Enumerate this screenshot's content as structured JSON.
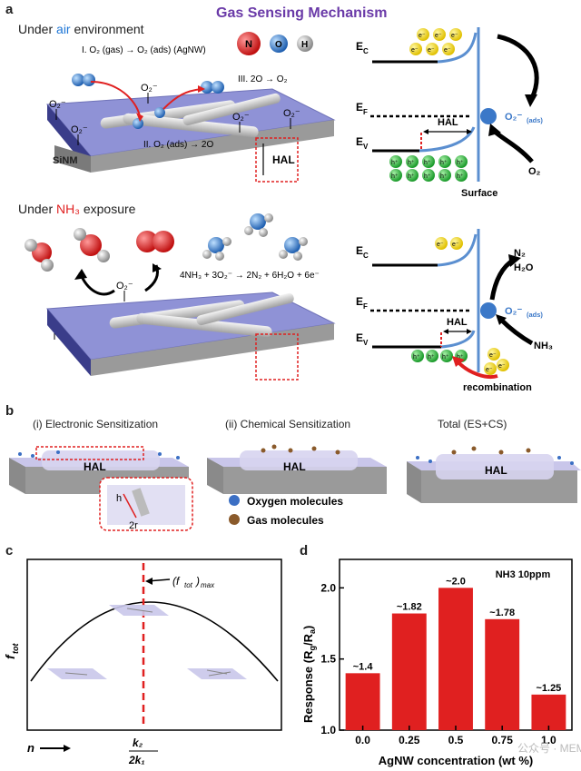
{
  "panel_a": {
    "letter": "a",
    "title": "Gas Sensing Mechanism",
    "air": {
      "cond_prefix": "Under ",
      "cond_highlight": "air",
      "cond_suffix": " environment",
      "step1": "I. O₂ (gas) → O₂ (ads) (AgNW)",
      "step2": "II. O₂ (ads) → 2O",
      "step3": "III. 2O → O₂",
      "substrate": "SiNM",
      "hal": "HAL",
      "o2_minus": "O₂⁻"
    },
    "legend_atoms": [
      "N",
      "O",
      "H"
    ],
    "nh3": {
      "cond_prefix": "Under ",
      "cond_highlight": "NH₃",
      "cond_suffix": " exposure",
      "reaction": "4NH₃ + 3O₂⁻ → 2N₂ + 6H₂O + 6e⁻",
      "o2_minus": "O₂⁻"
    },
    "band_air": {
      "ec": "E",
      "ec_sub": "C",
      "ef": "E",
      "ef_sub": "F",
      "ev": "E",
      "ev_sub": "V",
      "hal": "HAL",
      "ads": "O₂⁻",
      "ads_sub": "(ads)",
      "o2": "O₂",
      "surface": "Surface",
      "electron": "e⁻",
      "hole": "h⁺"
    },
    "band_nh3": {
      "ec": "E",
      "ec_sub": "C",
      "ef": "E",
      "ef_sub": "F",
      "ev": "E",
      "ev_sub": "V",
      "hal": "HAL",
      "ads": "O₂⁻",
      "ads_sub": "(ads)",
      "products_n2": "N₂",
      "products_h2o": "H₂O",
      "nh3": "NH₃",
      "recombination": "recombination",
      "electron": "e⁻",
      "hole": "h⁺"
    }
  },
  "panel_b": {
    "letter": "b",
    "sub1": "(i) Electronic Sensitization",
    "sub2": "(ii) Chemical Sensitization",
    "sub3": "Total (ES+CS)",
    "hal": "HAL",
    "h": "h",
    "r2": "2r",
    "legend_oxygen": "Oxygen molecules",
    "legend_gas": "Gas molecules",
    "oxygen_color": "#3b6fc4",
    "gas_color": "#8a5a2b"
  },
  "panel_c": {
    "letter": "c",
    "ylabel": "f",
    "ylabel_sub": "tot",
    "max_label": "(f",
    "max_label_sub": "tot",
    "max_label_end": ")",
    "max_label_sub2": "max",
    "xlabel": "n",
    "k_num": "k₂",
    "k_den": "2k₁"
  },
  "panel_d": {
    "letter": "d",
    "inset": "NH3 10ppm",
    "ylabel": "Response (R",
    "ylabel_g": "g",
    "ylabel_mid": "/R",
    "ylabel_a": "a",
    "ylabel_end": ")",
    "xlabel": "AgNW concentration (wt %)",
    "watermark": "公众号 · MEMS"
  },
  "chart_data": {
    "type": "bar",
    "categories": [
      "0.0",
      "0.25",
      "0.5",
      "0.75",
      "1.0"
    ],
    "values": [
      1.4,
      1.82,
      2.0,
      1.78,
      1.25
    ],
    "data_labels": [
      "~1.4",
      "~1.82",
      "~2.0",
      "~1.78",
      "~1.25"
    ],
    "title": "NH3 10ppm",
    "xlabel": "AgNW concentration (wt %)",
    "ylabel": "Response (Rg/Ra)",
    "ylim": [
      1.0,
      2.2
    ],
    "yticks": [
      "1.0",
      "1.5",
      "2.0"
    ],
    "grid": false,
    "bar_color": "#e02020"
  }
}
